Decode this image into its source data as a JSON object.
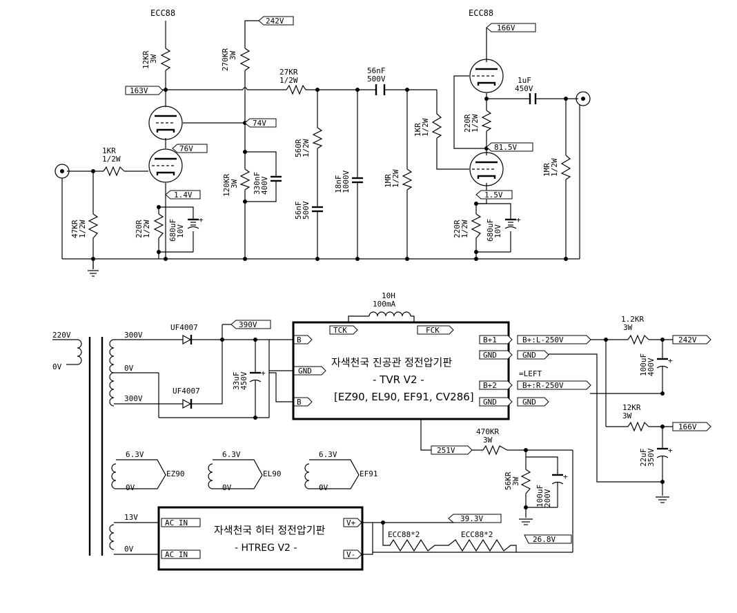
{
  "tubes": {
    "ecc88_left": "ECC88",
    "ecc88_right": "ECC88"
  },
  "voltage_flags": {
    "v242_top": "242V",
    "v166_top": "166V",
    "v163": "163V",
    "v74": "74V",
    "v76": "76V",
    "v1_4": "1.4V",
    "v81_5": "81.5V",
    "v1_5": "1.5V",
    "v390": "390V",
    "v242_out": "242V",
    "v166_out": "166V",
    "v251": "251V",
    "v39_3": "39.3V",
    "v26_8": "26.8V"
  },
  "components": {
    "r12k": [
      "12KR",
      "3W"
    ],
    "r270k": [
      "270KR",
      "3W"
    ],
    "r27k": [
      "27KR",
      "1/2W"
    ],
    "c56n_top": [
      "56nF",
      "500V"
    ],
    "c1u": [
      "1uF",
      "450V"
    ],
    "r1k_in": [
      "1KR",
      "1/2W"
    ],
    "r47k": [
      "47KR",
      "1/2W"
    ],
    "r220_l": [
      "220R",
      "1/2W"
    ],
    "c680_l": [
      "680uF",
      "10V"
    ],
    "r120k": [
      "120KR",
      "3W"
    ],
    "c330n": [
      "330nF",
      "400V"
    ],
    "r560": [
      "560R",
      "1/2W"
    ],
    "c56n_shunt": [
      "56nF",
      "500V"
    ],
    "c18n": [
      "18nF",
      "1000V"
    ],
    "r1m_mid": [
      "1MR",
      "1/2W"
    ],
    "r1k_grid": [
      "1KR",
      "1/2W"
    ],
    "r220_top": [
      "220R",
      "1/2W"
    ],
    "r220_r": [
      "220R",
      "1/2W"
    ],
    "c680_r": [
      "680uF",
      "10V"
    ],
    "r1m_out": [
      "1MR",
      "1/2W"
    ],
    "choke": [
      "10H",
      "100mA"
    ],
    "c33u": [
      "33uF",
      "450V"
    ],
    "r1_2k": [
      "1.2KR",
      "3W"
    ],
    "c100u_a": [
      "100uF",
      "400V"
    ],
    "r12k_b": [
      "12KR",
      "3W"
    ],
    "c22u": [
      "22uF",
      "350V"
    ],
    "r470k": [
      "470KR",
      "3W"
    ],
    "r56k": [
      "56KR",
      "3W"
    ],
    "c100u_b": [
      "100uF",
      "200V"
    ]
  },
  "diodes": {
    "d1": "UF4007",
    "d2": "UF4007"
  },
  "transformer": {
    "pri_220": "220V",
    "pri_0": "0V",
    "sec_300a": "300V",
    "sec_0": "0V",
    "sec_300b": "300V",
    "heater_63": "6.3V",
    "heater_0": "0V",
    "ez90": "EZ90",
    "el90": "EL90",
    "ef91": "EF91",
    "sec_13": "13V",
    "sec_13_0": "0V"
  },
  "tvr_board": {
    "title": "자색천국 진공관 정전압기판",
    "subtitle": "- TVR V2 -",
    "tubes_line": "[EZ90, EL90, EF91, CV286]",
    "tck": "TCK",
    "fck": "FCK",
    "b_in1": "B",
    "gnd_in": "GND",
    "b_in2": "B",
    "b1": "B+1",
    "gnd1": "GND",
    "b2": "B+2",
    "gnd2": "GND"
  },
  "outputs": {
    "b_left": "B+:L-250V",
    "gnd_a": "GND",
    "left_note": "=LEFT",
    "b_right": "B+:R-250V",
    "gnd_b": "GND"
  },
  "htreg_board": {
    "title": "자색천국 히터 정전압기판",
    "subtitle": "- HTREG V2 -",
    "ac1": "AC IN",
    "ac2": "AC IN",
    "vplus": "V+",
    "vminus": "V-",
    "heater1": "ECC88*2",
    "heater2": "ECC88*2"
  }
}
